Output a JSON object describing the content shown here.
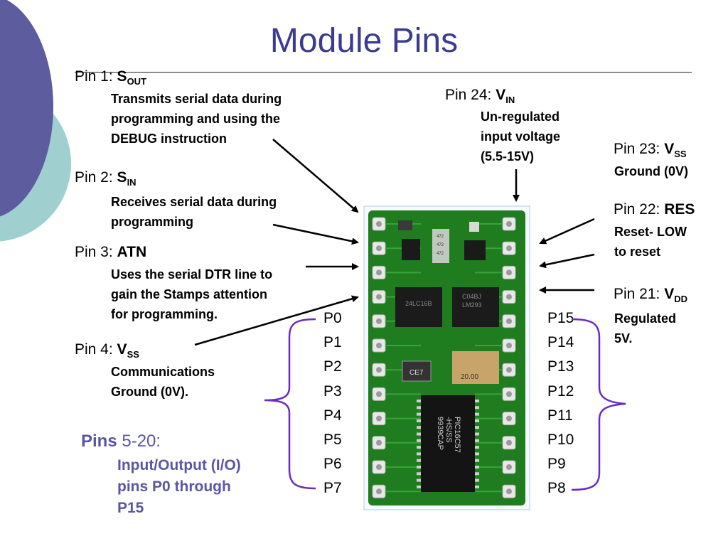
{
  "title": "Module Pins",
  "pins": {
    "pin1": {
      "prefix": "Pin 1: ",
      "main": "S",
      "sub": "OUT",
      "desc": [
        "Transmits serial data during",
        "programming and using the",
        "DEBUG instruction"
      ]
    },
    "pin2": {
      "prefix": "Pin 2: ",
      "main": "S",
      "sub": "IN",
      "desc": [
        "Receives serial data during",
        "programming"
      ]
    },
    "pin3": {
      "prefix": "Pin 3: ",
      "main": "ATN",
      "desc": [
        "Uses the serial DTR line to",
        "gain the Stamps attention",
        "for programming."
      ]
    },
    "pin4": {
      "prefix": "Pin 4: ",
      "main": "V",
      "sub": "SS",
      "desc": [
        "Communications",
        "Ground (0V)."
      ]
    },
    "pin24": {
      "prefix": "Pin 24: ",
      "main": "V",
      "sub": "IN",
      "desc": [
        "Un-regulated",
        "input voltage",
        "(5.5-15V)"
      ]
    },
    "pin23": {
      "prefix": "Pin 23: ",
      "main": "V",
      "sub": "SS",
      "desc": [
        "Ground (0V)"
      ]
    },
    "pin22": {
      "prefix": "Pin 22: ",
      "main": "RES",
      "desc": [
        "Reset- LOW",
        "to reset"
      ]
    },
    "pin21": {
      "prefix": "Pin 21: ",
      "main": "V",
      "sub": "DD",
      "desc": [
        "Regulated",
        "5V."
      ]
    }
  },
  "io": {
    "heading_bold": "Pins",
    "heading_rest": " 5-20:",
    "desc": [
      "Input/Output (I/O)",
      "pins P0 through",
      "P15"
    ]
  },
  "left_pins": [
    "P0",
    "P1",
    "P2",
    "P3",
    "P4",
    "P5",
    "P6",
    "P7"
  ],
  "right_pins": [
    "P15",
    "P14",
    "P13",
    "P12",
    "P11",
    "P10",
    "P9",
    "P8"
  ],
  "chip_labels": {
    "eeprom": "24LC16B",
    "regulator": "LM293",
    "reg_code": "C04BJ",
    "cap": "CE7",
    "res": "20.00",
    "pic1": "PIC16C57",
    "pic2": "-HS/SS",
    "pic3": "9939CAP",
    "smd": "472"
  },
  "colors": {
    "title": "#3b3b8f",
    "io_text": "#5a56a6",
    "bracket": "#6a2bc2",
    "board": "#1f7d1f",
    "deco_dark": "#5c5c9e",
    "deco_light": "#9fcfcf"
  }
}
